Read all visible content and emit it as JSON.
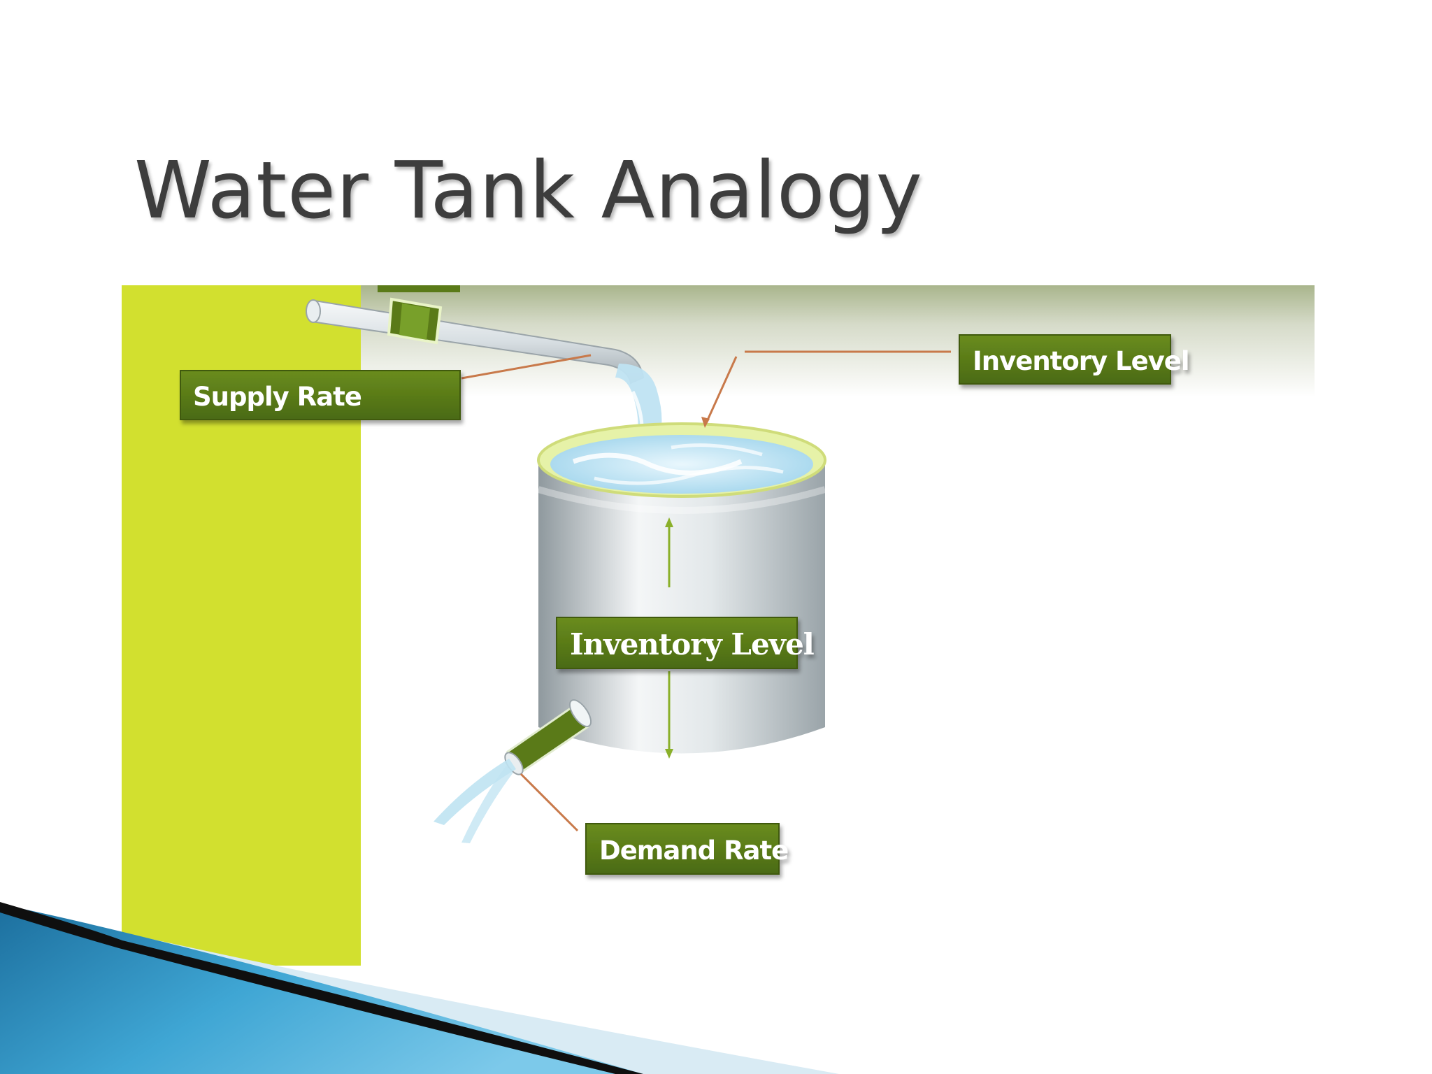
{
  "slide": {
    "title": "Water Tank Analogy"
  },
  "diagram": {
    "labels": {
      "supply_rate": "Supply Rate",
      "inventory_level_top": "Inventory Level",
      "inventory_level_center": "Inventory Level",
      "demand_rate": "Demand Rate"
    },
    "colors": {
      "label_green": "#5a7a18",
      "side_band": "#d2e02f",
      "pointer_line": "#c8794a",
      "water": "#bfe3f2",
      "tank": "#c9d0d4",
      "title": "#3d3d3d",
      "corner_swoosh": "#2a8fbf"
    }
  }
}
